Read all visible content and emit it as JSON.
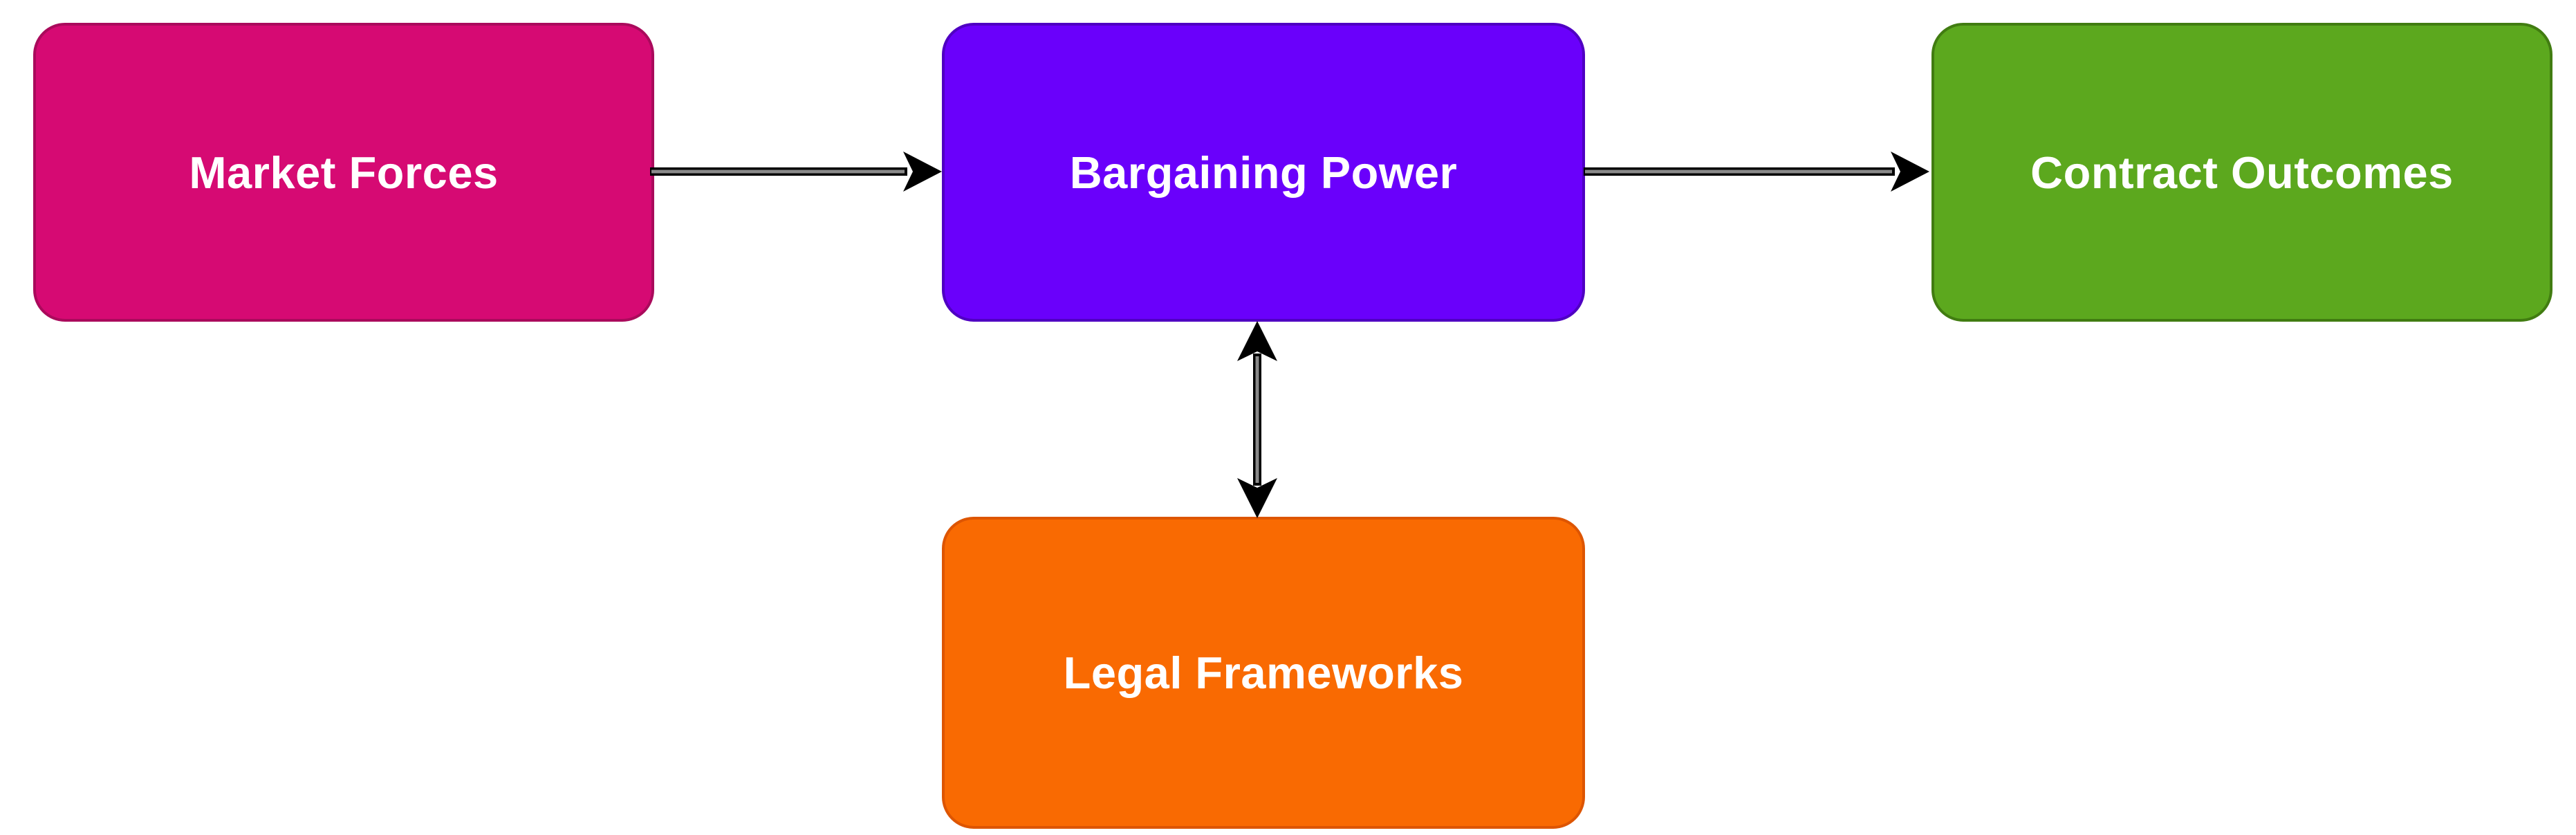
{
  "diagram": {
    "background_color": "#ffffff",
    "arrow_color": "#000000",
    "arrow_core_color": "#8a8a8a",
    "nodes": [
      {
        "id": "market-forces",
        "label": "Market Forces",
        "fill": "#d60a73",
        "border": "#aa0a5c",
        "text_color": "#ffffff"
      },
      {
        "id": "bargaining-power",
        "label": "Bargaining Power",
        "fill": "#6a00fb",
        "border": "#4f00c2",
        "text_color": "#ffffff"
      },
      {
        "id": "contract-outcomes",
        "label": "Contract Outcomes",
        "fill": "#5ca81e",
        "border": "#417c11",
        "text_color": "#ffffff"
      },
      {
        "id": "legal-frameworks",
        "label": "Legal Frameworks",
        "fill": "#f96a02",
        "border": "#dd5502",
        "text_color": "#ffffff"
      }
    ],
    "edges": [
      {
        "from": "Market Forces",
        "to": "Bargaining Power",
        "type": "directed"
      },
      {
        "from": "Bargaining Power",
        "to": "Contract Outcomes",
        "type": "directed"
      },
      {
        "from": "Bargaining Power",
        "to": "Legal Frameworks",
        "type": "bidirectional"
      }
    ]
  }
}
